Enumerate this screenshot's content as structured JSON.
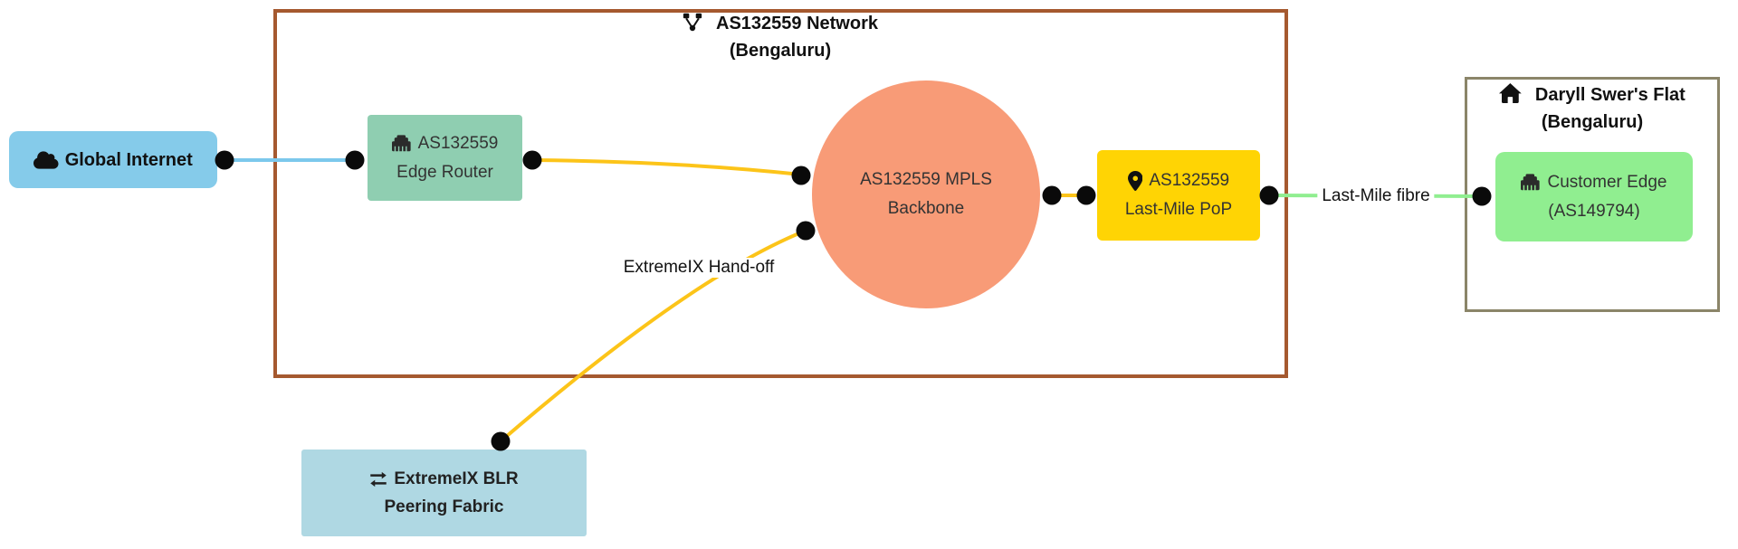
{
  "diagram": {
    "background_color": "#ffffff",
    "subgraphs": {
      "as132559_network": {
        "title_line1": "AS132559 Network",
        "title_line2": "(Bengaluru)",
        "icon": "network-icon",
        "border_color": "#A5592F"
      },
      "daryll_flat": {
        "title_line1": "Daryll Swer's Flat",
        "title_line2": "(Bengaluru)",
        "icon": "house-icon",
        "border_color": "#8B8569"
      }
    },
    "nodes": {
      "global_internet": {
        "label": "Global Internet",
        "icon": "cloud-icon",
        "fill": "#85CBEA",
        "shape": "rounded-rectangle"
      },
      "edge_router": {
        "line1": "AS132559",
        "line2": "Edge Router",
        "icon": "ethernet-icon",
        "fill": "#8FCEB1",
        "shape": "rectangle"
      },
      "mpls_backbone": {
        "line1": "AS132559 MPLS",
        "line2": "Backbone",
        "fill": "#F89B77",
        "shape": "circle"
      },
      "last_mile_pop": {
        "line1": "AS132559",
        "line2": "Last-Mile PoP",
        "icon": "location-pin-icon",
        "fill": "#FFD404",
        "shape": "rectangle"
      },
      "customer_edge": {
        "line1": "Customer Edge",
        "line2": "(AS149794)",
        "icon": "ethernet-icon",
        "fill": "#90EE90",
        "shape": "rounded-rectangle"
      },
      "extremeix_fabric": {
        "line1": "ExtremeIX BLR",
        "line2": "Peering Fabric",
        "icon": "exchange-arrows-icon",
        "fill": "#AFD8E3",
        "shape": "rectangle"
      }
    },
    "edges": {
      "global_to_edge_router": {
        "color": "#7CC8EC"
      },
      "edge_router_to_backbone": {
        "color": "#FCC419"
      },
      "backbone_to_extremeix": {
        "color": "#FCC419",
        "label": "ExtremeIX Hand-off"
      },
      "backbone_to_pop": {
        "color": "#FCC419"
      },
      "pop_to_customer_edge": {
        "color": "#90EE90",
        "label": "Last-Mile fibre"
      }
    },
    "endpoint_dot_color": "#0A0A0A"
  }
}
